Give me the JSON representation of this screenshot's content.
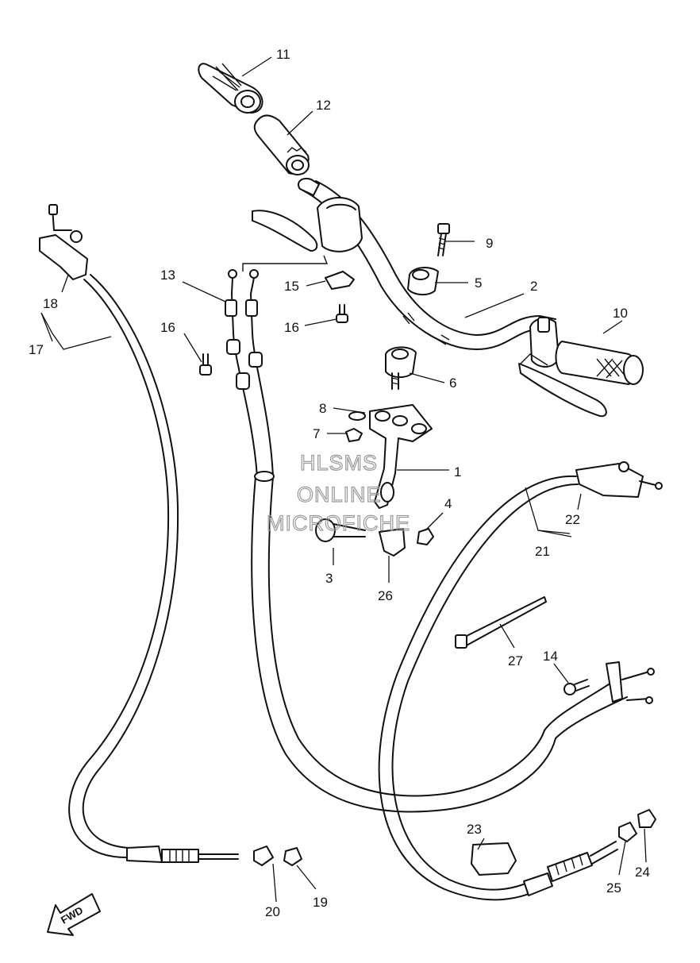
{
  "watermark": {
    "line1": "HLSMS",
    "line2": "ONLINE",
    "line3": "MICROFICHE"
  },
  "fwd_label": "FWD",
  "callouts": {
    "p1": "1",
    "p2": "2",
    "p3": "3",
    "p4": "4",
    "p5": "5",
    "p6": "6",
    "p7": "7",
    "p8": "8",
    "p9": "9",
    "p10": "10",
    "p11": "11",
    "p12": "12",
    "p13": "13",
    "p14": "14",
    "p15": "15",
    "p16a": "16",
    "p16b": "16",
    "p17": "17",
    "p18": "18",
    "p19": "19",
    "p20": "20",
    "p21": "21",
    "p22": "22",
    "p23": "23",
    "p24": "24",
    "p25": "25",
    "p26": "26",
    "p27": "27"
  }
}
